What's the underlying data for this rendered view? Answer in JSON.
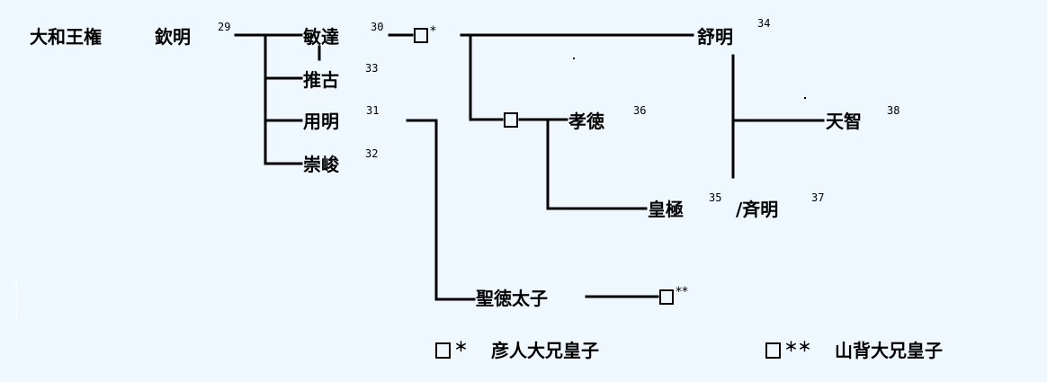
{
  "title": "大和王権",
  "persons": {
    "kinmei": {
      "name": "欽明",
      "num": "29"
    },
    "bidatsu": {
      "name": "敏達",
      "num": "30"
    },
    "suiko": {
      "name": "推古",
      "num": "33"
    },
    "yomei": {
      "name": "用明",
      "num": "31"
    },
    "sushun": {
      "name": "崇峻",
      "num": "32"
    },
    "jomei": {
      "name": "舒明",
      "num": "34"
    },
    "kotoku": {
      "name": "孝徳",
      "num": "36"
    },
    "tenji": {
      "name": "天智",
      "num": "38"
    },
    "kogyoku": {
      "name": "皇極",
      "num": "35"
    },
    "saimei": {
      "name": "/斉明",
      "num": "37"
    },
    "shotoku": {
      "name": "聖徳太子"
    }
  },
  "marks": {
    "single": "*",
    "double": "**"
  },
  "legend": [
    {
      "mark": "＊",
      "name": "彦人大兄皇子"
    },
    {
      "mark": "＊＊",
      "name": "山背大兄皇子"
    }
  ]
}
